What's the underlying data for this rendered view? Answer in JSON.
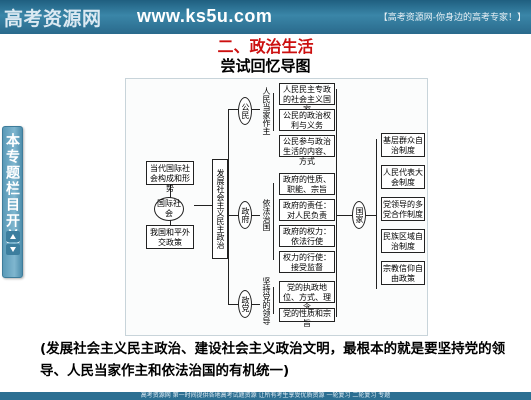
{
  "header": {
    "logo": "高考资源网",
    "url": "www.ks5u.com",
    "slogan": "【高考资源网-你身边的高考专家！】"
  },
  "sidebar": {
    "label": "本专题栏目开关"
  },
  "titles": {
    "section": "二、政治生活",
    "subtitle": "尝试回忆导图"
  },
  "diagram": {
    "left_boxes": {
      "world": "当代国际社会构成和形势",
      "intl": "国际社会",
      "china": "我国和平外交政策"
    },
    "develop": "发展社会主义民主政治",
    "groups": {
      "people": "公民",
      "govt": "政府",
      "party": "政党",
      "state": "国家"
    },
    "people_branch": "人民当家作主",
    "govt_branch": "依法治国",
    "party_branch": "坚持党的领导",
    "people_items": [
      "人民民主专政的社会主义国家",
      "公民的政治权利与义务",
      "公民参与政治生活的内容、方式"
    ],
    "govt_items": [
      "政府的性质、职能、宗旨",
      "政府的责任：对人民负责",
      "政府的权力：依法行使",
      "权力的行使：接受监督"
    ],
    "party_items": [
      "党的执政地位、方式、理念",
      "党的性质和宗旨"
    ],
    "state_items": [
      "基层群众自治制度",
      "人民代表大会制度",
      "党领导的多党合作制度",
      "民族区域自治制度",
      "宗教信仰自由政策"
    ]
  },
  "conclusion": "(发展社会主义民主政治、建设社会主义政治文明，最根本的就是要坚持党的领导、人民当家作主和依法治国的有机统一)",
  "footer": "高考资源网 第一时间提供各地高考试题资源 让所有考生享受优质资源 一轮复习 二轮复习 专题"
}
